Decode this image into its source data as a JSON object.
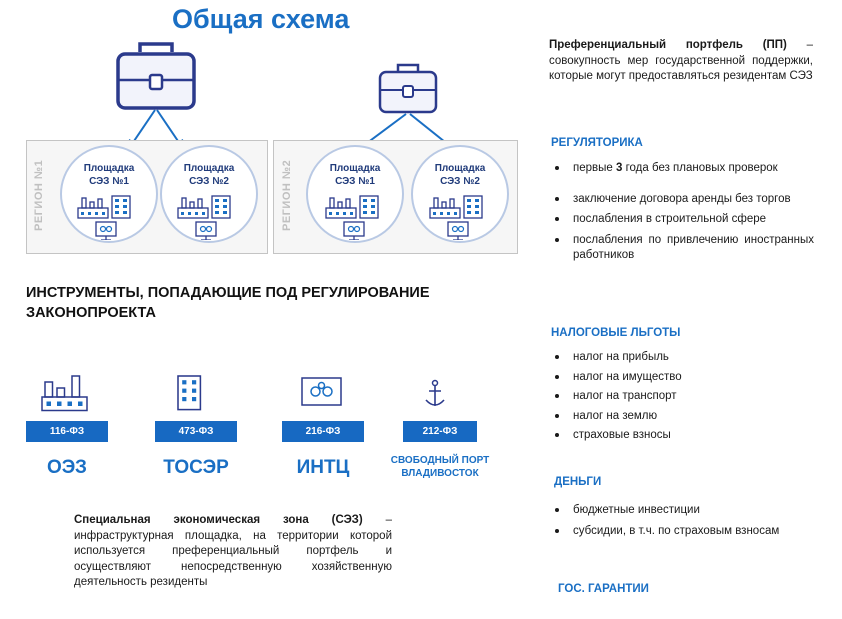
{
  "title": "Общая схема",
  "regions": [
    {
      "label": "РЕГИОН №1",
      "sites": [
        "Площадка",
        "СЭЗ №1",
        "Площадка",
        "СЭЗ №2"
      ]
    },
    {
      "label": "РЕГИОН №2",
      "sites": [
        "Площадка",
        "СЭЗ №1",
        "Площадка",
        "СЭЗ №2"
      ]
    }
  ],
  "heading": "ИНСТРУМЕНТЫ, ПОПАДАЮЩИЕ ПОД РЕГУЛИРОВАНИЕ ЗАКОНОПРОЕКТА",
  "zones": [
    {
      "law": "116-ФЗ",
      "name": "ОЭЗ"
    },
    {
      "law": "473-ФЗ",
      "name": "ТОСЭР"
    },
    {
      "law": "216-ФЗ",
      "name": "ИНТЦ"
    },
    {
      "law": "212-ФЗ",
      "name": "СВОБОДНЫЙ ПОРТ ВЛАДИВОСТОК"
    }
  ],
  "sez_def": {
    "term": "Специальная экономическая зона (СЭЗ)",
    "text": " – инфраструктурная площадка, на территории которой используется преференциальный портфель и осуществляют непосредственную хозяйственную деятельность резиденты"
  },
  "pp_def": {
    "term": "Преференциальный портфель (ПП)",
    "text": " – совокупность мер государственной поддержки, которые могут предоставляться резидентам СЭЗ"
  },
  "regulatory": {
    "title": "РЕГУЛЯТОРИКА",
    "item0_pre": "первые ",
    "item0_bold": "3",
    "item0_post": " года без плановых проверок",
    "items": [
      "заключение договора аренды без торгов",
      "послабления в строительной сфере",
      "послабления по привлечению иностранных работников"
    ]
  },
  "tax": {
    "title": "НАЛОГОВЫЕ ЛЬГОТЫ",
    "items": [
      "налог на прибыль",
      "налог на имущество",
      "налог на транспорт",
      "налог на землю",
      "страховые взносы"
    ]
  },
  "money": {
    "title": "ДЕНЬГИ",
    "items": [
      "бюджетные инвестиции",
      "субсидии, в т.ч. по страховым взносам"
    ]
  },
  "guarantees": {
    "title": "ГОС. ГАРАНТИИ"
  },
  "colors": {
    "accent": "#1a6fc4",
    "dark_navy": "#2b3a8c",
    "law_bg": "#1769c2"
  }
}
